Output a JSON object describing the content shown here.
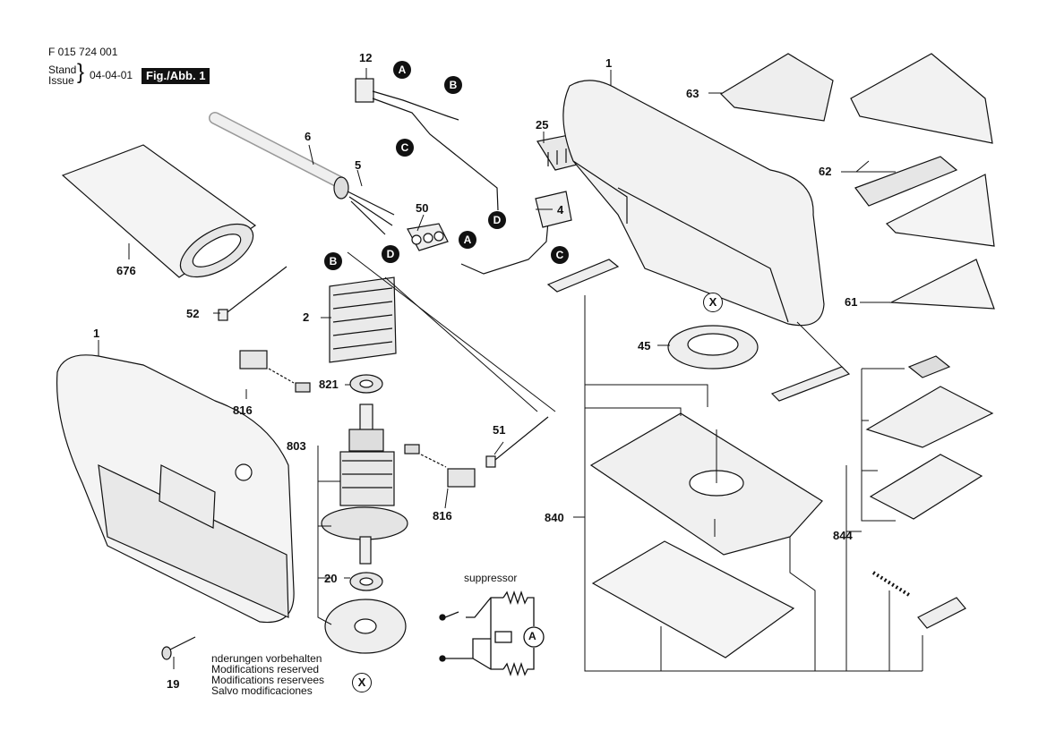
{
  "header": {
    "doc_number": "F 015 724 001",
    "stand": "Stand",
    "issue": "Issue",
    "brace": "}",
    "date": "04-04-01",
    "figure": "Fig./Abb. 1"
  },
  "footer_notes": [
    "nderungen vorbehalten",
    "Modifications reserved",
    "Modifications reservees",
    "Salvo modificaciones"
  ],
  "schematic": {
    "label": "suppressor",
    "meter": "A"
  },
  "connectors": {
    "a": "A",
    "b": "B",
    "c": "C",
    "d": "D",
    "x": "X"
  },
  "parts": {
    "p1_top": "1",
    "p1_left": "1",
    "p2": "2",
    "p4": "4",
    "p5": "5",
    "p6": "6",
    "p12": "12",
    "p19": "19",
    "p20": "20",
    "p25": "25",
    "p45": "45",
    "p50": "50",
    "p51": "51",
    "p52": "52",
    "p61": "61",
    "p62": "62",
    "p63": "63",
    "p676": "676",
    "p803": "803",
    "p816_a": "816",
    "p816_b": "816",
    "p821": "821",
    "p840": "840",
    "p844": "844"
  },
  "colors": {
    "ink": "#111111",
    "paper": "#ffffff",
    "part_fill": "#f2f2f2",
    "shade": "#c8c8c8"
  }
}
